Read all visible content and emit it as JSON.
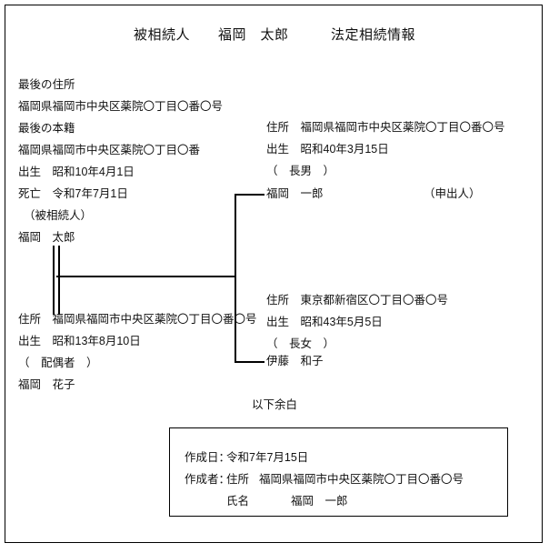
{
  "document": {
    "title": "被相続人　　福岡　太郎　　　法定相続情報",
    "blank_note": "以下余白"
  },
  "decedent": {
    "last_address_label": "最後の住所",
    "last_address": "福岡県福岡市中央区薬院〇丁目〇番〇号",
    "last_domicile_label": "最後の本籍",
    "last_domicile": "福岡県福岡市中央区薬院〇丁目〇番",
    "birth": "出生　昭和10年4月1日",
    "death": "死亡　令和7年7月1日",
    "relation": "（被相続人）",
    "name": "福岡　太郎"
  },
  "spouse": {
    "address": "住所　福岡県福岡市中央区薬院〇丁目〇番〇号",
    "birth": "出生　昭和13年8月10日",
    "relation": "（　配偶者　）",
    "name": "福岡　花子"
  },
  "heirs": [
    {
      "address": "住所　福岡県福岡市中央区薬院〇丁目〇番〇号",
      "birth": "出生　昭和40年3月15日",
      "relation": "（　長男　）",
      "name": "福岡　一郎",
      "applicant_mark": "（申出人）"
    },
    {
      "address": "住所　東京都新宿区〇丁目〇番〇号",
      "birth": "出生　昭和43年5月5日",
      "relation": "（　長女　）",
      "name": "伊藤　和子",
      "applicant_mark": ""
    }
  ],
  "creation": {
    "date_label": "作成日：",
    "date_value": "令和7年7月15日",
    "author_label": "作成者：",
    "author_address_label": "住所",
    "author_address": "福岡県福岡市中央区薬院〇丁目〇番〇号",
    "author_name_label": "氏名",
    "author_name": "福岡　一郎"
  },
  "colors": {
    "ink": "#111111",
    "rule": "#000000",
    "paper": "#ffffff"
  }
}
